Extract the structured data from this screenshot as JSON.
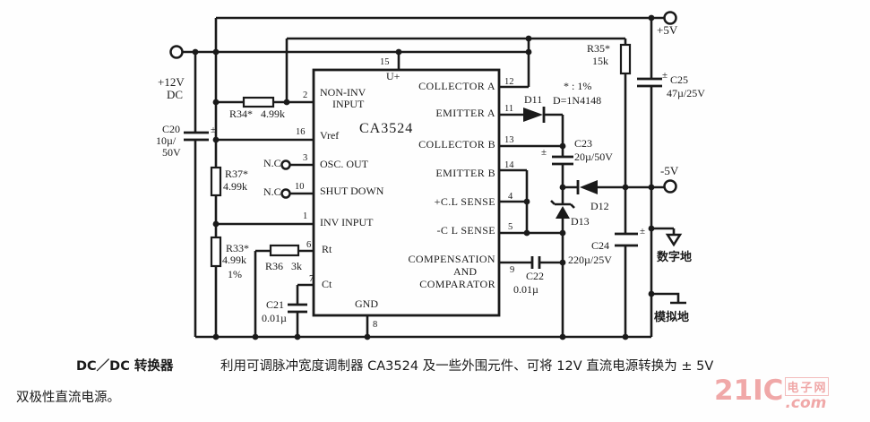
{
  "page": {
    "background": "#fefefe",
    "ink": "#1a1a1a",
    "watermark_pink": "#f0a8a8"
  },
  "ic": {
    "name": "CA3524",
    "top_pin": {
      "num": "15",
      "label": "U+"
    },
    "bottom_pin": {
      "num": "8",
      "label": "GND"
    },
    "left_pins": [
      {
        "num": "2",
        "label": "NON-INV",
        "label2": "INPUT"
      },
      {
        "num": "16",
        "label": "Vref"
      },
      {
        "num": "3",
        "label": "OSC. OUT",
        "nc": "N.C"
      },
      {
        "num": "10",
        "label": "SHUT DOWN",
        "nc": "N.C"
      },
      {
        "num": "1",
        "label": "INV INPUT"
      },
      {
        "num": "6",
        "label": "Rt"
      },
      {
        "num": "7",
        "label": "Ct"
      }
    ],
    "right_pins": [
      {
        "num": "12",
        "label": "COLLECTOR A"
      },
      {
        "num": "11",
        "label": "EMITTER A"
      },
      {
        "num": "13",
        "label": "COLLECTOR B"
      },
      {
        "num": "14",
        "label": "EMITTER B"
      },
      {
        "num": "4",
        "label": "+C.L SENSE"
      },
      {
        "num": "5",
        "label": "-C L SENSE"
      },
      {
        "num": "9",
        "label": "COMPENSATION",
        "label2": "AND",
        "label3": "COMPARATOR"
      }
    ]
  },
  "terminals": {
    "vin_line1": "+12V",
    "vin_line2": "DC",
    "vout_pos": "+5V",
    "vout_neg": "-5V"
  },
  "components": {
    "c20": {
      "ref": "C20",
      "v1": "10µ/",
      "v2": "50V"
    },
    "r34": {
      "ref": "R34*",
      "value": "4.99k"
    },
    "r37": {
      "ref": "R37*",
      "value": "4.99k"
    },
    "r33": {
      "ref": "R33*",
      "value": "4.99k",
      "tol": "1%"
    },
    "r36": {
      "ref": "R36",
      "value": "3k"
    },
    "c21": {
      "ref": "C21",
      "value": "0.01µ"
    },
    "r35": {
      "ref": "R35*",
      "value": "15k"
    },
    "c25": {
      "ref": "C25",
      "value": "47µ/25V"
    },
    "d11": {
      "ref": "D11"
    },
    "d12": {
      "ref": "D12"
    },
    "d13": {
      "ref": "D13"
    },
    "c23": {
      "ref": "C23",
      "value": "20µ/50V"
    },
    "c22": {
      "ref": "C22",
      "value": "0.01µ"
    },
    "c24": {
      "ref": "C24",
      "value": "220µ/25V"
    },
    "polarity_mark": "±"
  },
  "notes": {
    "tolerance": "* : 1%",
    "diode_type": "D=1N4148"
  },
  "grounds": {
    "digital": "数字地",
    "analog": "模拟地"
  },
  "caption": {
    "title": "DC／DC 转换器",
    "body": "利用可调脉冲宽度调制器 CA3524 及一些外围元件、可将 12V 直流电源转换为 ± 5V",
    "body2": "双极性直流电源。"
  },
  "watermark": {
    "brand": "21IC",
    "cn": "电子网",
    "tld": ".com"
  }
}
